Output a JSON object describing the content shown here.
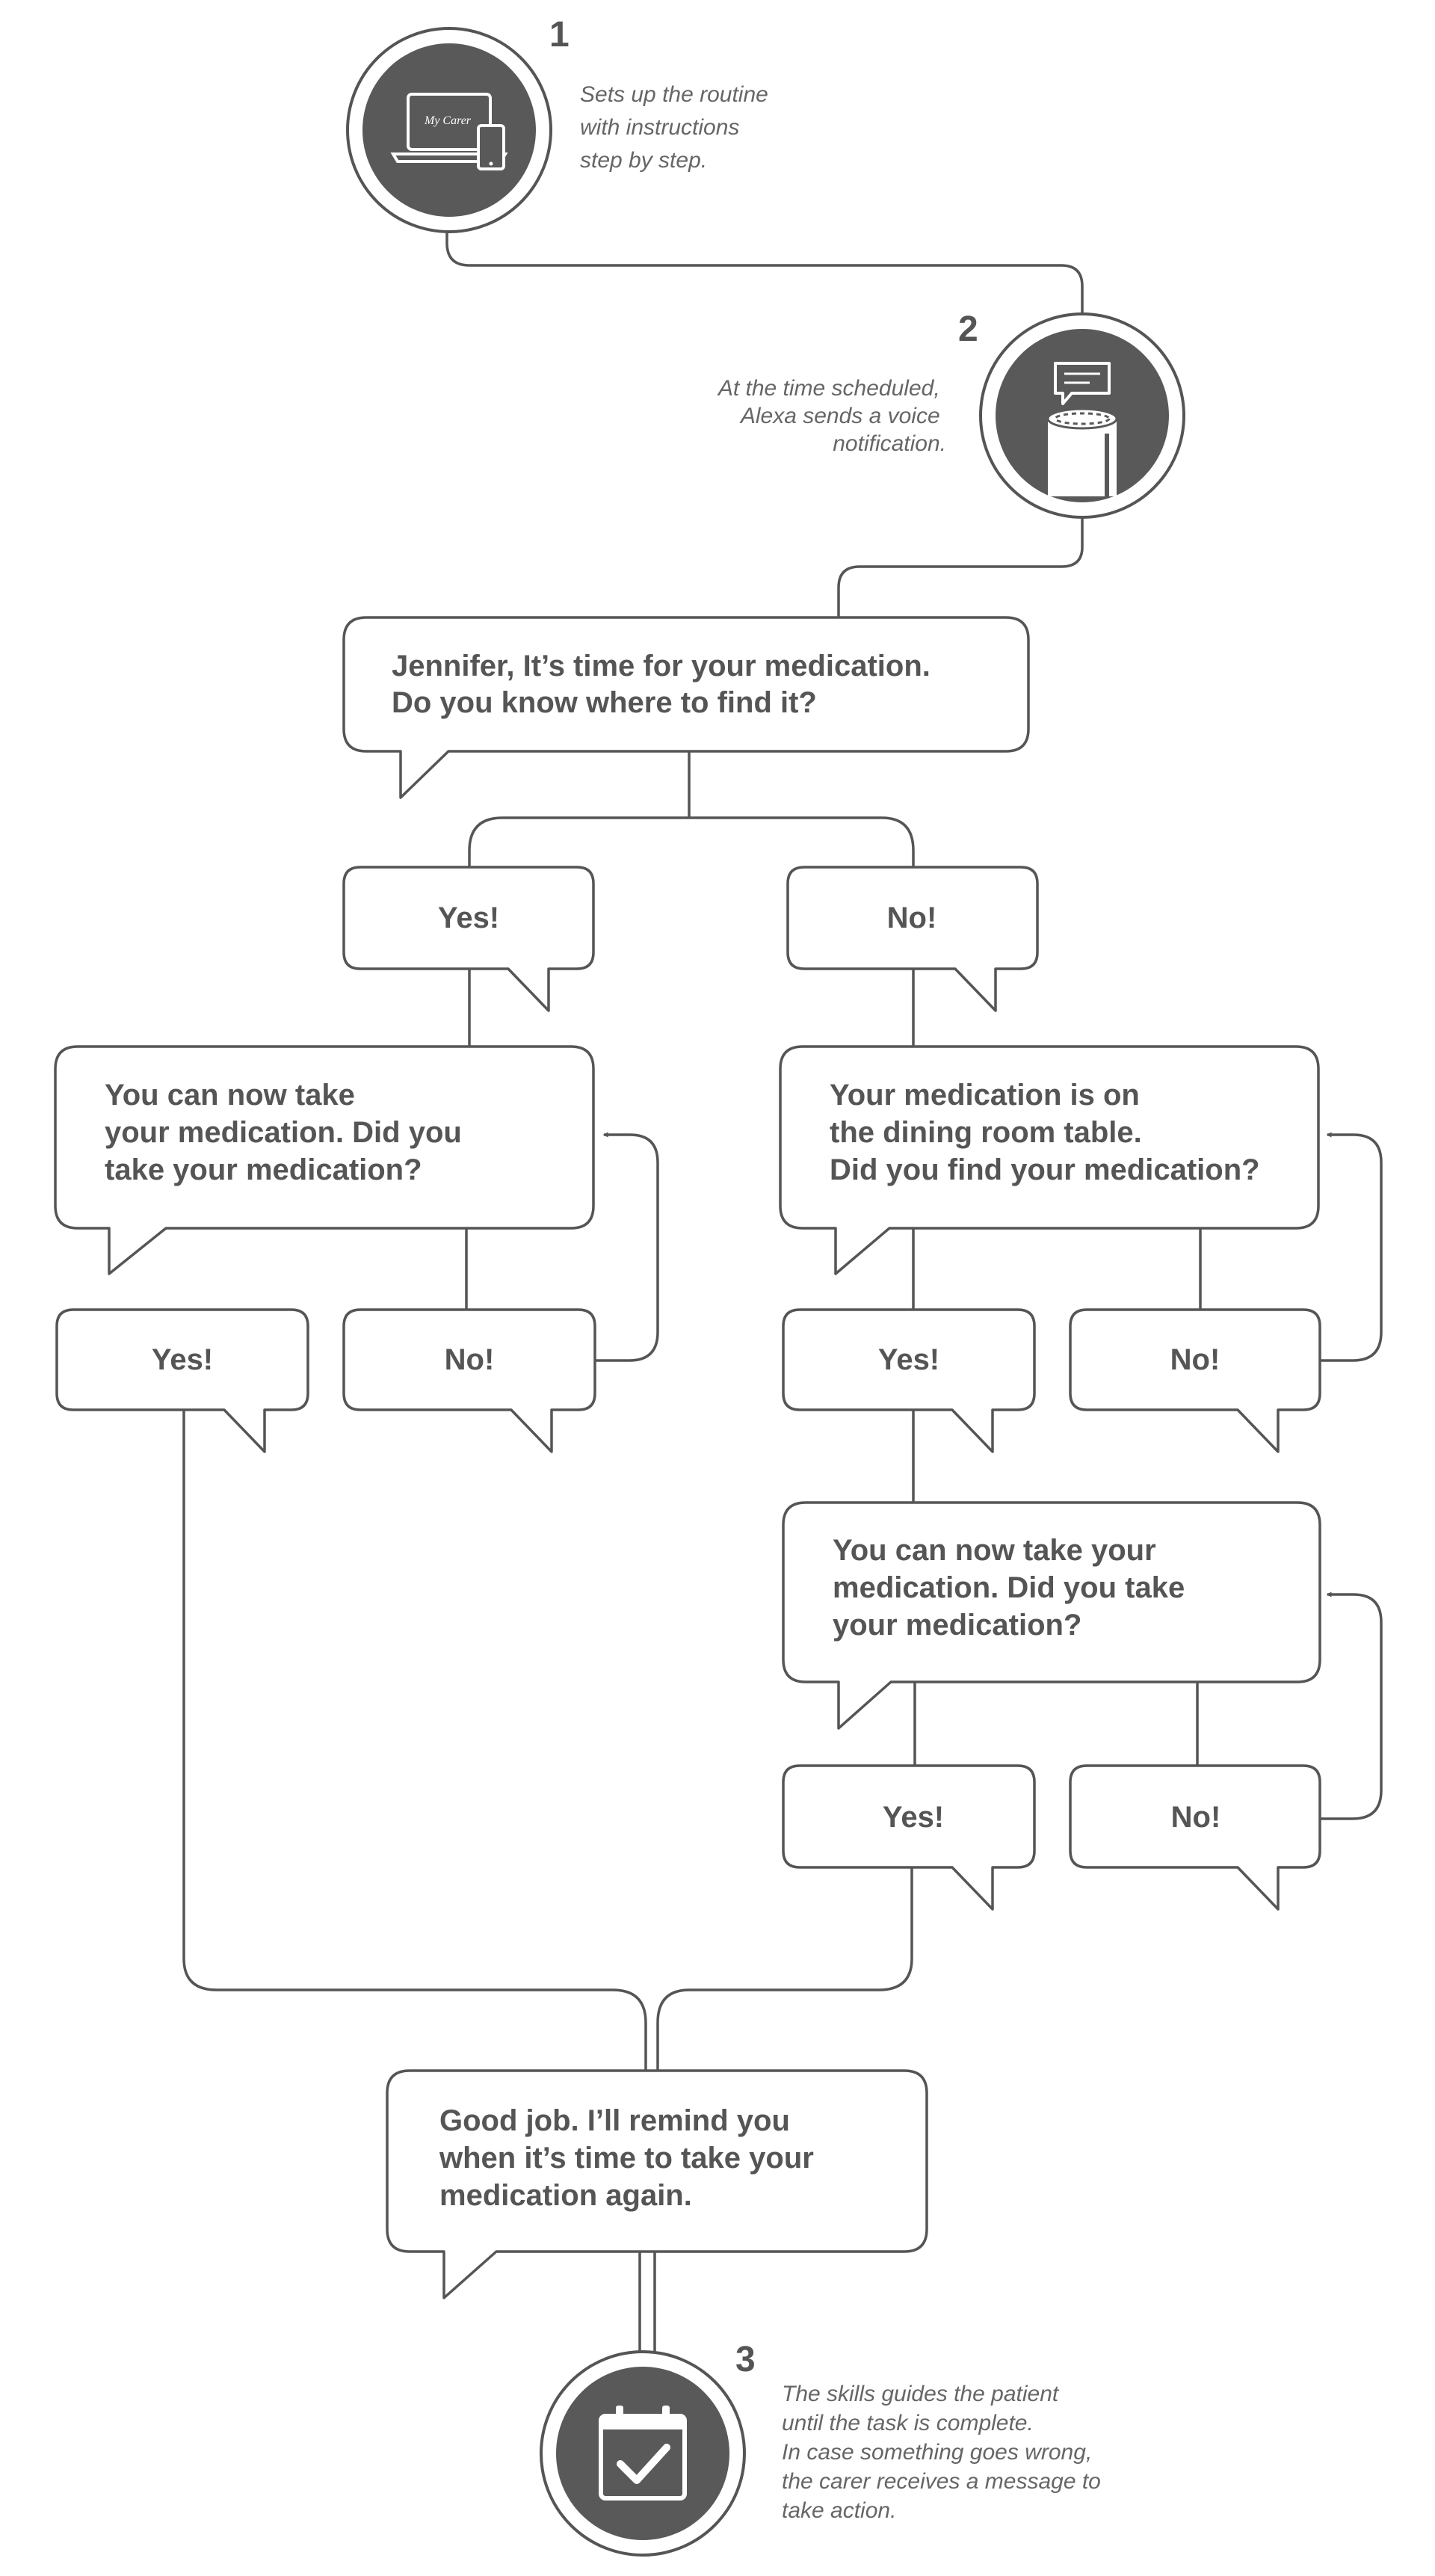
{
  "steps": [
    {
      "number": "1",
      "icon": "laptop-phone-icon",
      "note": [
        "Sets up the routine",
        "with instructions",
        "step by step."
      ],
      "brand": "My Carer"
    },
    {
      "number": "2",
      "icon": "smart-speaker-icon",
      "note": [
        "At the time scheduled,",
        "Alexa sends a voice",
        "notification."
      ]
    },
    {
      "number": "3",
      "icon": "calendar-check-icon",
      "note": [
        "The skills guides the patient",
        "until the task is complete.",
        "In case something goes wrong,",
        "the carer receives a message to",
        "take action."
      ]
    }
  ],
  "messages": {
    "intro": [
      "Jennifer,  It’s time for your medication.",
      "Do you know where to find it?"
    ],
    "take_left": [
      "You can now take",
      "your medication. Did you",
      "take your medication?"
    ],
    "location": [
      "Your medication is on",
      "the dining room table.",
      "Did you find your medication?"
    ],
    "take_right": [
      "You can now take your",
      "medication. Did you take",
      "your medication?"
    ],
    "final": [
      "Good job. I’ll remind you",
      "when it’s time to take your",
      "medication again."
    ]
  },
  "answers": {
    "yes": "Yes!",
    "no": "No!"
  },
  "colors": {
    "stroke": "#555555",
    "icon_fill": "#595959",
    "background": "#ffffff"
  }
}
